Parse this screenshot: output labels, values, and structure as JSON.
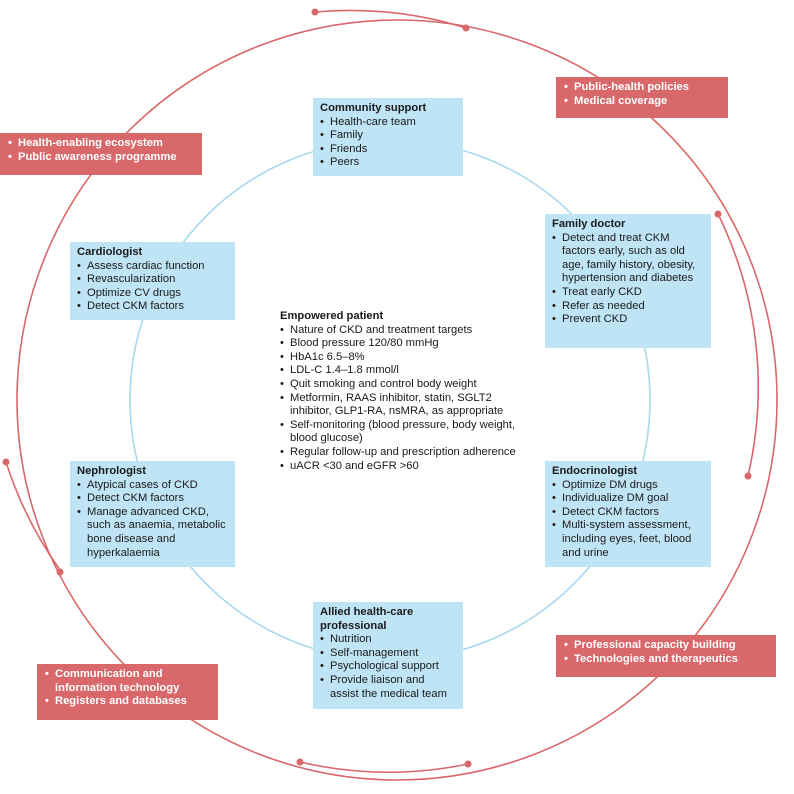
{
  "colors": {
    "outer_ring": "#d9686b",
    "inner_ring": "#a8d8ee",
    "blue_box": "#bfe4f6",
    "red_box": "#d9686b"
  },
  "center": {
    "title": "Empowered patient",
    "items": [
      "Nature of CKD and treatment targets",
      "Blood pressure 120/80 mmHg",
      "HbA1c 6.5–8%",
      "LDL-C 1.4–1.8 mmol/l",
      "Quit smoking and control body weight",
      "Metformin, RAAS inhibitor, statin, SGLT2 inhibitor, GLP1-RA, nsMRA, as appropriate",
      "Self-monitoring (blood pressure, body weight, blood glucose)",
      "Regular follow-up and prescription adherence",
      "uACR <30 and eGFR >60"
    ]
  },
  "boxes": {
    "community": {
      "title": "Community support",
      "items": [
        "Health-care team",
        "Family",
        "Friends",
        "Peers"
      ]
    },
    "family_doctor": {
      "title": "Family doctor",
      "items": [
        "Detect and treat CKM factors early, such as old age, family history, obesity, hypertension and diabetes",
        "Treat early CKD",
        "Refer as needed",
        "Prevent CKD"
      ]
    },
    "cardiologist": {
      "title": "Cardiologist",
      "items": [
        "Assess cardiac function",
        "Revascularization",
        "Optimize CV drugs",
        "Detect CKM factors"
      ]
    },
    "nephrologist": {
      "title": "Nephrologist",
      "items": [
        "Atypical cases of CKD",
        "Detect CKM factors",
        "Manage advanced CKD, such as anaemia, metabolic bone disease and hyperkalaemia"
      ]
    },
    "endocrinologist": {
      "title": "Endocrinologist",
      "items": [
        "Optimize DM drugs",
        "Individualize DM goal",
        "Detect CKM factors",
        "Multi-system assessment, including eyes, feet, blood and urine"
      ]
    },
    "allied": {
      "title": "Allied health-care professional",
      "items": [
        "Nutrition",
        "Self-management",
        "Psychological support",
        "Provide liaison and assist the medical team"
      ]
    }
  },
  "red_boxes": {
    "policies": [
      "Public-health policies",
      "Medical coverage"
    ],
    "ecosystem": [
      "Health-enabling ecosystem",
      "Public awareness programme"
    ],
    "capacity": [
      "Professional capacity building",
      "Technologies and therapeutics"
    ],
    "communication": [
      "Communication and information technology",
      "Registers and databases"
    ]
  }
}
